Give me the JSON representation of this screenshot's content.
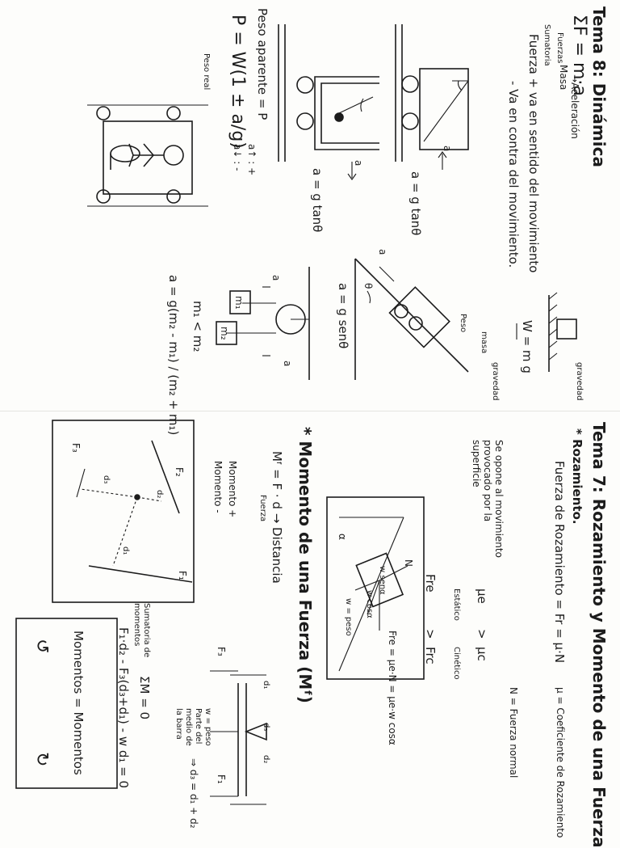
{
  "left_half": {
    "title": "Tema 8: Dinámica",
    "newton_law": "ΣF = m·a",
    "newton_acc": "→Aceleración",
    "newton_masa": "Masa",
    "newton_fuerzas": "Fuerzas",
    "newton_sumatoria": "Sumatoria",
    "sign_rule_1": "Fuerza + va en sentido del movimiento",
    "sign_rule_2": "- Va en contra del movimiento.",
    "cart1_formula": "a = g tanθ",
    "cart1_a": "a",
    "cart2_formula": "a = g tanθ",
    "cart2_a": "a",
    "incline_formula": "a = g senθ",
    "incline_a": "a",
    "incline_theta": "θ",
    "incline_peso": "Peso",
    "weight_formula": "W = m g",
    "weight_masa": "masa",
    "weight_gravedad": "gravedad",
    "gravedad_top": "gravedad",
    "elevator_title": "Peso aparente = P",
    "elevator_formula": "P = W(1 ± a/g)",
    "elevator_peso_real": "Peso real",
    "elevator_rule_up": "a↑ : +",
    "elevator_rule_down": "a↓ : -",
    "pulley_m1": "m₁",
    "pulley_m2": "m₂",
    "pulley_cond": "m₁ < m₂",
    "pulley_formula": "a = g(m₂ - m₁) / (m₂ + m₁)",
    "pulley_a_left": "a",
    "pulley_a_right": "a"
  },
  "right_half": {
    "title": "Tema 7: Rozamiento y Momento de una Fuerza",
    "rozamiento_heading": "* Rozamiento.",
    "friction_formula": "Fuerza de Rozamiento = Fr = μ·N",
    "mu_def": "μ = Coeficiente de Rozamiento",
    "n_def": "N = Fuerza normal",
    "opposes_1": "Se opone al movimiento",
    "opposes_2": "provocado por la",
    "opposes_3": "superficie",
    "mu_static": "μe",
    "mu_kinetic": "μc",
    "gt": ">",
    "static_label": "Estático",
    "kinetic_label": "Cinético",
    "fre": "Fre",
    "frc": "Frc",
    "box_n": "N",
    "box_wsen": "w senα",
    "box_wcos": "w cosα",
    "box_wpeso": "w = peso",
    "box_alpha": "α",
    "box_formula": "Fre = μe·N = μe·w cosα",
    "momento_heading": "* Momento de una Fuerza (Mᶠ)",
    "moment_formula": "Mᶠ = F · d → Distancia",
    "moment_fuerza": "Fuerza",
    "moment_sign_plus": "Momento +",
    "moment_sign_minus": "Momento -",
    "f1": "F₁",
    "f2": "F₂",
    "f3": "F₃",
    "d1": "d₁",
    "d2": "d₂",
    "d3": "d₃",
    "bar_d1": "d₁",
    "bar_d2": "d₂",
    "bar_d3": "d₃",
    "bar_f1": "F₁",
    "bar_f3": "F₃",
    "bar_w": "w = peso",
    "bar_w_note_1": "Parte del",
    "bar_w_note_2": "medio de",
    "bar_w_note_3": "la barra",
    "bar_d3_rule": "⇒ d₃ = d₁ + d₂",
    "sum_moments_1": "Sumatoria de",
    "sum_moments_2": "momentos",
    "sum_formula": "ΣM = 0",
    "sum_expanded": "F₁·d₂ - F₃(d₃+d₁) - w d₁ = 0",
    "equality": "Momentos = Momentos"
  }
}
